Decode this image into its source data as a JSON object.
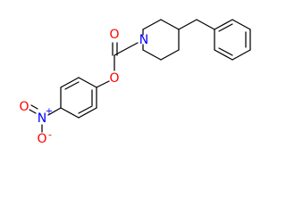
{
  "molecule": {
    "colors": {
      "bond": "#000000",
      "oxygen": "#ff0000",
      "nitrogen": "#0000ff"
    },
    "atoms": {
      "carbonyl_oxygen": {
        "label": "O"
      },
      "ester_oxygen": {
        "label": "O"
      },
      "piperidine_nitrogen": {
        "label": "N"
      },
      "nitro_nitrogen": {
        "label": "N"
      },
      "nitro_nitrogen_charge": {
        "label": "+"
      },
      "nitro_oxygen_top": {
        "label": "O"
      },
      "nitro_oxygen_bottom": {
        "label": "O"
      },
      "nitro_oxygen_bottom_charge": {
        "label": "-"
      }
    }
  }
}
